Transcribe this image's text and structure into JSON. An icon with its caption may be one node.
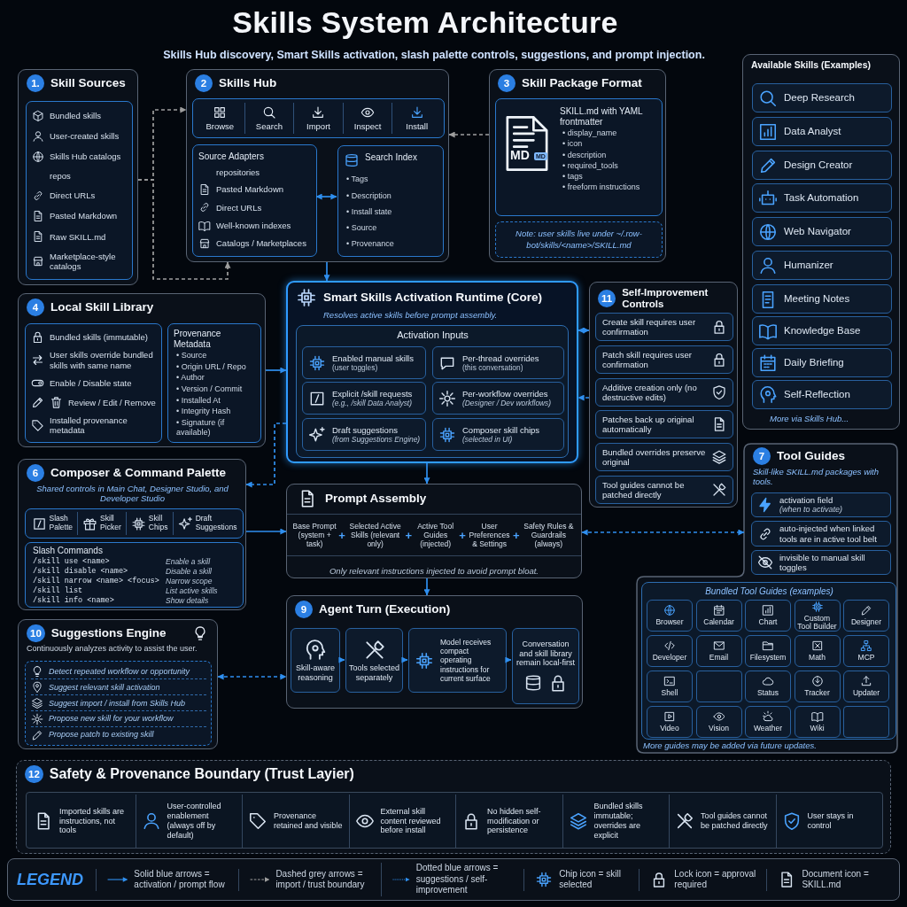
{
  "diagram": {
    "title": "Skills System Architecture",
    "caption": "Skills Hub discovery, Smart Skills activation, slash palette controls, suggestions, and prompt injection.",
    "nodes": [
      {
        "text": [
          "1.",
          "Skill Sources"
        ]
      },
      {
        "text": [
          "Bundled skills",
          "User-created skills",
          "Skills Hub catalogs",
          "repos",
          "Direct URLs",
          "Pasted Markdown",
          "Raw SKILL.md",
          "Marketplace-style catalogs"
        ],
        "in": 0
      },
      {
        "text": [
          "2",
          "Skills Hub"
        ]
      },
      {
        "text": [
          "Browse",
          "Search",
          "Import",
          "Inspect",
          "Install"
        ],
        "in": 2
      },
      {
        "text": [
          "Source Adapters",
          "repositories",
          "Pasted Markdown",
          "Direct URLs",
          "Well-known indexes",
          "Catalogs / Marketplaces"
        ],
        "in": 2
      },
      {
        "text": [
          "Search Index",
          "• Tags",
          "• Description",
          "• Install state",
          "• Source",
          "• Provenance"
        ],
        "in": 2
      },
      {
        "text": [
          "3",
          "Skill Package Format"
        ]
      },
      {
        "text": [
          "MD",
          "MD",
          "SKILL.md with YAML frontmatter",
          "• display_name",
          "• icon",
          "• description",
          "• required_tools",
          "• tags",
          "• freeform instructions"
        ],
        "in": 6
      },
      {
        "text": [
          "Note: user skills live under ~/.row-bot/skills/<name>/SKILL.md"
        ],
        "in": 6
      },
      {
        "text": [
          "Available Skills (Examples)",
          "More via Skills Hub..."
        ]
      },
      {
        "text": [
          "Deep Research"
        ],
        "in": 9
      },
      {
        "text": [
          "Data Analyst"
        ],
        "in": 9
      },
      {
        "text": [
          "Design Creator"
        ],
        "in": 9
      },
      {
        "text": [
          "Task Automation"
        ],
        "in": 9
      },
      {
        "text": [
          "Web Navigator"
        ],
        "in": 9
      },
      {
        "text": [
          "Humanizer"
        ],
        "in": 9
      },
      {
        "text": [
          "Meeting Notes"
        ],
        "in": 9
      },
      {
        "text": [
          "Knowledge Base"
        ],
        "in": 9
      },
      {
        "text": [
          "Daily Briefing"
        ],
        "in": 9
      },
      {
        "text": [
          "Self-Reflection"
        ],
        "in": 9
      },
      {
        "text": [
          "4",
          "Local Skill Library"
        ]
      },
      {
        "text": [
          "Bundled skills (immutable)",
          "User skills override bundled skills with same name",
          "Enable / Disable state",
          "Review / Edit / Remove",
          "Installed provenance metadata"
        ],
        "in": 20
      },
      {
        "text": [
          "Provenance Metadata",
          "• Source",
          "• Origin URL / Repo",
          "• Author",
          "• Version / Commit",
          "• Installed At",
          "• Integrity Hash",
          "• Signature (if available)"
        ],
        "in": 20
      },
      {
        "text": [
          "Smart Skills Activation Runtime (Core)",
          "Resolves active skills before prompt assembly."
        ]
      },
      {
        "text": [
          "Activation Inputs"
        ],
        "in": 23
      },
      {
        "text": [
          "Enabled manual skills",
          "(user toggles)"
        ],
        "in": 24
      },
      {
        "text": [
          "Per-thread overrides",
          "(this conversation)"
        ],
        "in": 24
      },
      {
        "text": [
          "Explicit /skill requests",
          "(e.g., /skill Data Analyst)"
        ],
        "in": 24
      },
      {
        "text": [
          "Per-workflow overrides",
          "(Designer / Dev workflows)"
        ],
        "in": 24
      },
      {
        "text": [
          "Draft suggestions",
          "(from Suggestions Engine)"
        ],
        "in": 24
      },
      {
        "text": [
          "Composer skill chips",
          "(selected in UI)"
        ],
        "in": 24
      },
      {
        "text": [
          "11",
          "Self-Improvement Controls"
        ]
      },
      {
        "text": [
          "Create skill requires user confirmation"
        ],
        "in": 31
      },
      {
        "text": [
          "Patch skill requires user confirmation"
        ],
        "in": 31
      },
      {
        "text": [
          "Additive creation only (no destructive edits)"
        ],
        "in": 31
      },
      {
        "text": [
          "Patches back up original automatically"
        ],
        "in": 31
      },
      {
        "text": [
          "Bundled overrides preserve original"
        ],
        "in": 31
      },
      {
        "text": [
          "Tool guides cannot be patched directly"
        ],
        "in": 31
      },
      {
        "text": [
          "6",
          "Composer & Command Palette",
          "Shared controls in Main Chat, Designer Studio, and Developer Studio"
        ]
      },
      {
        "text": [
          "Slash Palette",
          "Skill Picker",
          "Skill Chips",
          "Draft Suggestions"
        ],
        "in": 38
      },
      {
        "text": [
          "Slash Commands",
          "/skill use <name>",
          "Enable a skill",
          "/skill disable <name>",
          "Disable a skill",
          "/skill narrow <name> <focus>",
          "Narrow scope",
          "/skill list",
          "List active skills",
          "/skill info <name>",
          "Show details"
        ],
        "in": 38
      },
      {
        "text": [
          "Prompt Assembly",
          "Base Prompt (system + task)",
          "+",
          "Selected Active Skills (relevant only)",
          "+",
          "Active Tool Guides (injected)",
          "+",
          "User Preferences & Settings",
          "+",
          "Safety Rules & Guardrails (always)",
          "Only relevant instructions injected to avoid prompt bloat."
        ]
      },
      {
        "text": [
          "7",
          "Tool Guides",
          "Skill-like SKILL.md packages with tools.",
          "More guides may be added via future updates."
        ]
      },
      {
        "text": [
          "activation field",
          "(when to activate)"
        ],
        "in": 42
      },
      {
        "text": [
          "auto-injected when linked tools are in active tool belt"
        ],
        "in": 42
      },
      {
        "text": [
          "invisible to manual skill toggles"
        ],
        "in": 42
      },
      {
        "text": [
          "Bundled Tool Guides (examples)"
        ],
        "in": 42
      },
      {
        "text": [
          "Browser"
        ],
        "in": 46
      },
      {
        "text": [
          "Calendar"
        ],
        "in": 46
      },
      {
        "text": [
          "Chart"
        ],
        "in": 46
      },
      {
        "text": [
          "Custom Tool Builder"
        ],
        "in": 46
      },
      {
        "text": [
          "Designer"
        ],
        "in": 46
      },
      {
        "text": [
          "Developer"
        ],
        "in": 46
      },
      {
        "text": [
          "Email"
        ],
        "in": 46
      },
      {
        "text": [
          "Filesystem"
        ],
        "in": 46
      },
      {
        "text": [
          "Math"
        ],
        "in": 46
      },
      {
        "text": [
          "MCP"
        ],
        "in": 46
      },
      {
        "text": [
          "Shell"
        ],
        "in": 46
      },
      {
        "text": [],
        "shape": "box",
        "in": 46
      },
      {
        "text": [
          "Status"
        ],
        "in": 46
      },
      {
        "text": [
          "Tracker"
        ],
        "in": 46
      },
      {
        "text": [
          "Updater"
        ],
        "in": 46
      },
      {
        "text": [
          "Video"
        ],
        "in": 46
      },
      {
        "text": [
          "Vision"
        ],
        "in": 46
      },
      {
        "text": [
          "Weather"
        ],
        "in": 46
      },
      {
        "text": [
          "Wiki"
        ],
        "in": 46
      },
      {
        "text": [],
        "shape": "box",
        "in": 46
      },
      {
        "text": [
          "9",
          "Agent Turn (Execution)"
        ]
      },
      {
        "text": [
          "Skill-aware reasoning"
        ],
        "in": 67
      },
      {
        "text": [
          "Tools selected separately"
        ],
        "in": 67
      },
      {
        "text": [
          "Model receives compact operating instructions for current surface"
        ],
        "in": 67
      },
      {
        "text": [
          "Conversation and skill library remain local-first"
        ],
        "in": 67
      },
      {
        "text": [
          "10",
          "Suggestions Engine",
          "Continuously analyzes activity to assist the user."
        ]
      },
      {
        "text": [
          "Detect repeated workflow or opportunity",
          "Suggest relevant skill activation",
          "Suggest import / install from Skills Hub",
          "Propose new skill for your workflow",
          "Propose patch to existing skill"
        ],
        "in": 72
      },
      {
        "text": [
          "12",
          "Safety & Provenance Boundary (Trust Layier)"
        ]
      },
      {
        "text": [],
        "shape": "box",
        "in": 74
      },
      {
        "text": [
          "Imported skills are instructions, not tools"
        ],
        "in": 75
      },
      {
        "text": [
          "User-controlled enablement (always off by default)"
        ],
        "in": 75
      },
      {
        "text": [
          "Provenance retained and visible"
        ],
        "in": 75
      },
      {
        "text": [
          "External skill content reviewed before install"
        ],
        "in": 75
      },
      {
        "text": [
          "No hidden self-modification or persistence"
        ],
        "in": 75
      },
      {
        "text": [
          "Bundled skills immutable; overrides are explicit"
        ],
        "in": 75
      },
      {
        "text": [
          "Tool guides cannot be patched directly"
        ],
        "in": 75
      },
      {
        "text": [
          "User stays in control"
        ],
        "in": 75
      }
    ],
    "edges": [
      {
        "from": 0,
        "to": 2,
        "arrow": "to",
        "style": "dashed",
        "color": "#9e9e9e"
      },
      {
        "from": 0,
        "to": 2,
        "arrow": "to",
        "style": "dashed",
        "color": "#9e9e9e"
      },
      {
        "from": 6,
        "to": 2,
        "arrow": "to",
        "style": "dashed",
        "color": "#9e9e9e"
      },
      {
        "from": 4,
        "to": 5,
        "arrow": "both"
      },
      {
        "from": 2,
        "to": 23,
        "arrow": "to"
      },
      {
        "from": 20,
        "to": 23,
        "arrow": "to"
      },
      {
        "from": 23,
        "to": 31,
        "arrow": "both"
      },
      {
        "from": 31,
        "to": 23,
        "arrow": "to",
        "style": "dashed"
      },
      {
        "from": 23,
        "to": 38,
        "arrow": "to",
        "style": "dashed"
      },
      {
        "from": 23,
        "to": 41,
        "arrow": "to"
      },
      {
        "from": 38,
        "to": 41,
        "arrow": "to"
      },
      {
        "from": 41,
        "to": 42,
        "arrow": "both",
        "style": "dashed"
      },
      {
        "from": 41,
        "to": 67,
        "arrow": "to"
      },
      {
        "from": 72,
        "to": 67,
        "arrow": "both",
        "style": "dashed"
      },
      {
        "from": 68,
        "to": 69,
        "arrow": "to"
      },
      {
        "from": 69,
        "to": 70,
        "arrow": "to"
      },
      {
        "from": 70,
        "to": 71,
        "arrow": "to"
      }
    ],
    "labels": [
      "LEGEND"
    ],
    "legend": [
      {
        "text": "Solid blue arrows = activation / prompt flow"
      },
      {
        "text": "Dashed grey arrows = import / trust boundary"
      },
      {
        "text": "Dotted blue arrows = suggestions / self-improvement"
      },
      {
        "text": "Chip icon = skill selected"
      },
      {
        "text": "Lock icon = approval required"
      },
      {
        "text": "Document icon = SKILL.md"
      }
    ]
  }
}
